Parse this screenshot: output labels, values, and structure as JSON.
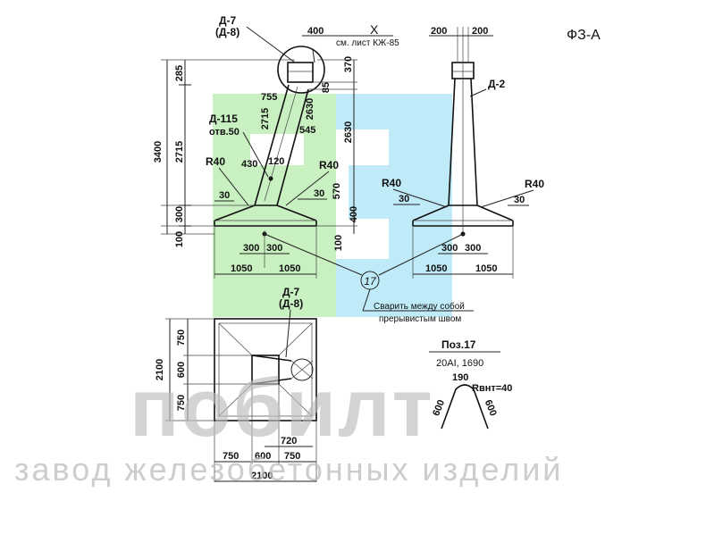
{
  "title": "ФЗ-А",
  "colors": {
    "green_block": "#c9f0c0",
    "cyan_block": "#bfeaf7",
    "watermark": "#c9c9c9",
    "ink": "#111111"
  },
  "watermark": {
    "logo": "побилт",
    "subtitle": "завод железобетонных изделий"
  },
  "front_view": {
    "callout_d7": "Д-7",
    "callout_d8": "(Д-8)",
    "callout_d115": "Д-115",
    "callout_hole": "отв.50",
    "dims": {
      "top_400": "400",
      "h_3400": "3400",
      "h_285": "285",
      "h_2715_left": "2715",
      "h_300": "300",
      "h_100": "100",
      "d_755": "755",
      "d_2715_slant": "2715",
      "d_2630_slant": "2630",
      "d_545": "545",
      "r40_left": "R40",
      "r40_right": "R40",
      "d_30_left": "30",
      "d_30_right": "30",
      "d_430": "430",
      "d_120": "120",
      "d_300_a": "300",
      "d_300_b": "300",
      "d_1050_a": "1050",
      "d_1050_b": "1050",
      "r_370": "370",
      "r_85": "85",
      "r_2630": "2630",
      "r_570": "570",
      "r_400": "400",
      "r_100": "100"
    }
  },
  "section_x": {
    "label": "X",
    "ref": "см. лист КЖ-85"
  },
  "side_view": {
    "callout_d2": "Д-2",
    "d_200_a": "200",
    "d_200_b": "200",
    "r40_left": "R40",
    "r40_right": "R40",
    "d_30_left": "30",
    "d_30_right": "30",
    "d_300_a": "300",
    "d_300_b": "300",
    "d_1050_a": "1050",
    "d_1050_b": "1050"
  },
  "weld_note": {
    "pos": "17",
    "line1": "Сварить между собой",
    "line2": "прерывистым швом"
  },
  "plan_view": {
    "callout_d7": "Д-7",
    "callout_d8": "(Д-8)",
    "h_2100": "2100",
    "v_750_a": "750",
    "v_600": "600",
    "v_750_b": "750",
    "b_720": "720",
    "b_750_a": "750",
    "b_600": "600",
    "b_750_b": "750",
    "b_2100": "2100"
  },
  "pos17": {
    "title": "Поз.17",
    "spec": "20AI, 1690",
    "d_190": "190",
    "radius": "Rвнт=40",
    "d_600_a": "600",
    "d_600_b": "600"
  }
}
